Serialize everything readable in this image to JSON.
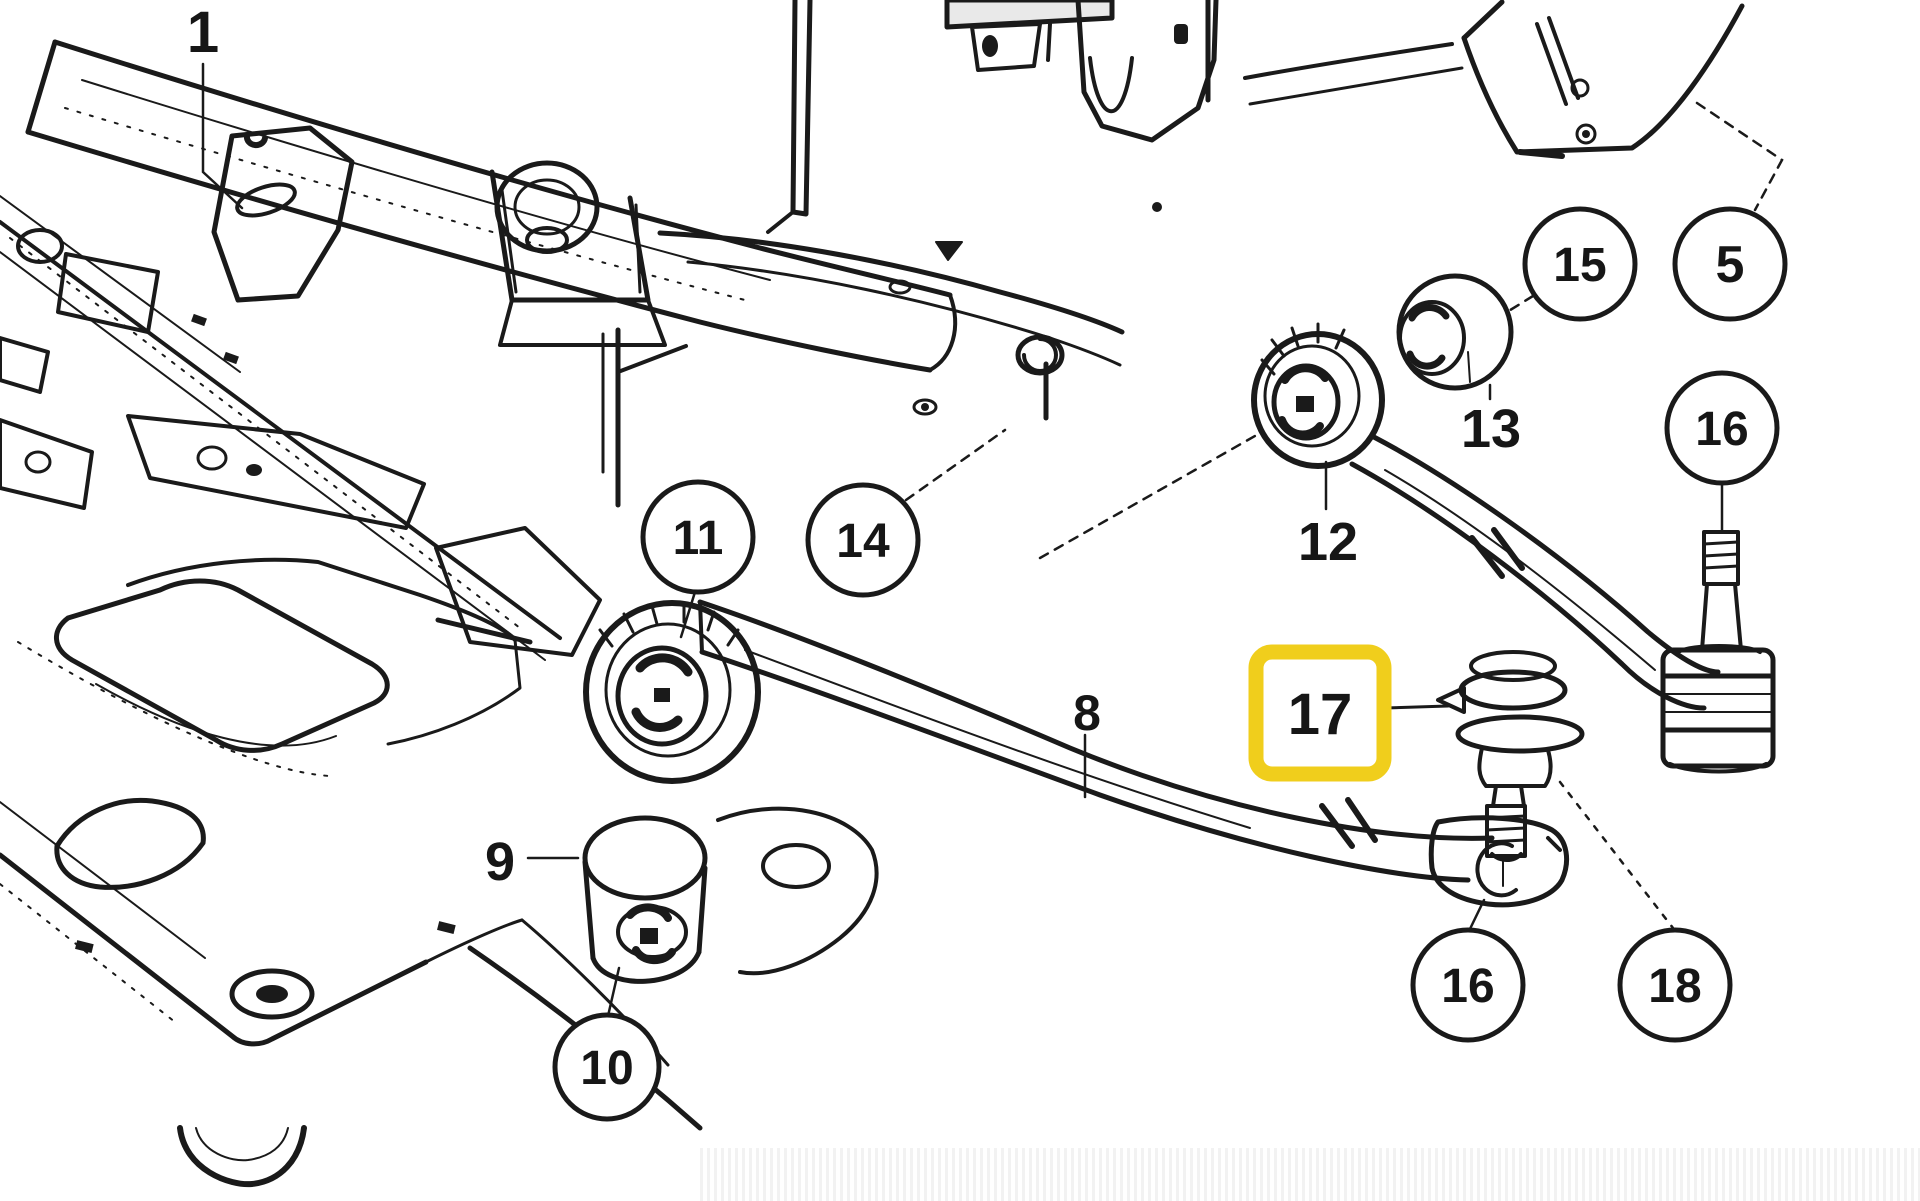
{
  "diagram": {
    "title": "front-axle-support-parts-diagram",
    "background": "#ffffff",
    "line_color": "#1a1a1a",
    "highlight_color": "#f0ce1c",
    "callouts": {
      "plain": [
        "1",
        "8",
        "9",
        "12",
        "13"
      ],
      "circled": [
        "5",
        "10",
        "11",
        "14",
        "15",
        "16",
        "16",
        "18"
      ],
      "highlighted": "17"
    }
  }
}
